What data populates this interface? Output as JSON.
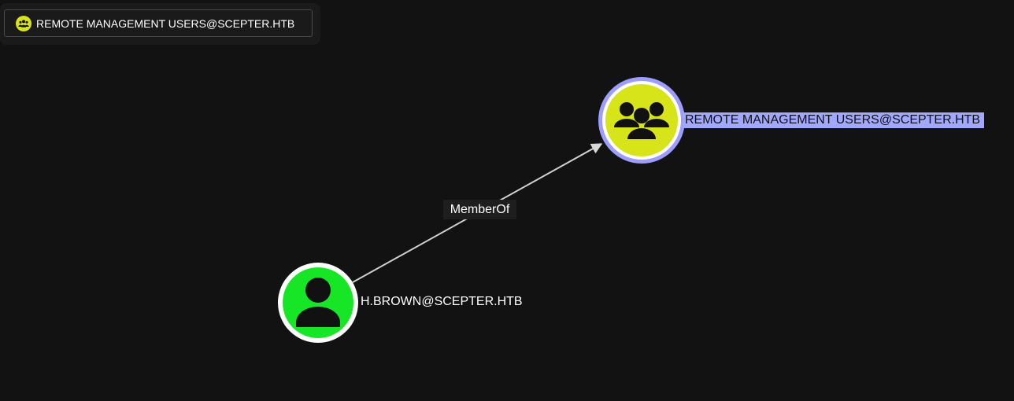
{
  "selected_node": {
    "label": "REMOTE MANAGEMENT USERS@SCEPTER.HTB",
    "icon": "users-group-icon"
  },
  "graph": {
    "nodes": [
      {
        "id": "group",
        "label": "REMOTE MANAGEMENT USERS@SCEPTER.HTB",
        "type": "group",
        "icon": "users-group-icon",
        "fill_color": "#d7e41a",
        "ring_color": "#9d9dff",
        "selected": true
      },
      {
        "id": "user",
        "label": "H.BROWN@SCEPTER.HTB",
        "type": "user",
        "icon": "user-icon",
        "fill_color": "#17e627",
        "ring_color": "#ffffff",
        "selected": false
      }
    ],
    "edges": [
      {
        "from": "user",
        "to": "group",
        "label": "MemberOf"
      }
    ]
  }
}
